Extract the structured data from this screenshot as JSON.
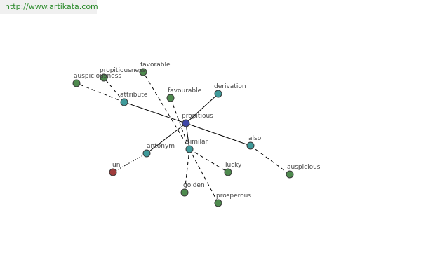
{
  "banner": {
    "url": "http://www.artikata.com"
  },
  "graph": {
    "colors": {
      "center": "#3f47a8",
      "relation": "#3f9a9a",
      "word": "#4e8a4e",
      "foreign": "#a03c3c",
      "edge": "#000000"
    },
    "nodes": [
      {
        "id": "propitious",
        "label": "propitious",
        "kind": "center"
      },
      {
        "id": "attribute",
        "label": "attribute",
        "kind": "relation"
      },
      {
        "id": "derivation",
        "label": "derivation",
        "kind": "relation"
      },
      {
        "id": "also",
        "label": "also",
        "kind": "relation"
      },
      {
        "id": "antonym",
        "label": "antonym",
        "kind": "relation"
      },
      {
        "id": "similar",
        "label": "similar",
        "kind": "relation"
      },
      {
        "id": "auspiciousness",
        "label": "auspiciousness",
        "kind": "word"
      },
      {
        "id": "propitiousness",
        "label": "propitiousness",
        "kind": "word"
      },
      {
        "id": "favorable",
        "label": "favorable",
        "kind": "word"
      },
      {
        "id": "favourable",
        "label": "favourable",
        "kind": "word"
      },
      {
        "id": "auspicious",
        "label": "auspicious",
        "kind": "word"
      },
      {
        "id": "lucky",
        "label": "lucky",
        "kind": "word"
      },
      {
        "id": "golden",
        "label": "golden",
        "kind": "word"
      },
      {
        "id": "prosperous",
        "label": "prosperous",
        "kind": "word"
      },
      {
        "id": "un",
        "label": "un",
        "kind": "foreign"
      }
    ],
    "edges": [
      {
        "from": "propitious",
        "to": "attribute",
        "style": "solid"
      },
      {
        "from": "propitious",
        "to": "derivation",
        "style": "solid"
      },
      {
        "from": "propitious",
        "to": "also",
        "style": "solid"
      },
      {
        "from": "propitious",
        "to": "antonym",
        "style": "solid"
      },
      {
        "from": "propitious",
        "to": "similar",
        "style": "solid"
      },
      {
        "from": "attribute",
        "to": "auspiciousness",
        "style": "dashed"
      },
      {
        "from": "attribute",
        "to": "propitiousness",
        "style": "dashed"
      },
      {
        "from": "similar",
        "to": "favorable",
        "style": "dashed"
      },
      {
        "from": "similar",
        "to": "favourable",
        "style": "dashed"
      },
      {
        "from": "similar",
        "to": "lucky",
        "style": "dashed"
      },
      {
        "from": "similar",
        "to": "golden",
        "style": "dashed"
      },
      {
        "from": "similar",
        "to": "prosperous",
        "style": "dashed"
      },
      {
        "from": "also",
        "to": "auspicious",
        "style": "dashed"
      },
      {
        "from": "antonym",
        "to": "un",
        "style": "dotted"
      }
    ]
  }
}
